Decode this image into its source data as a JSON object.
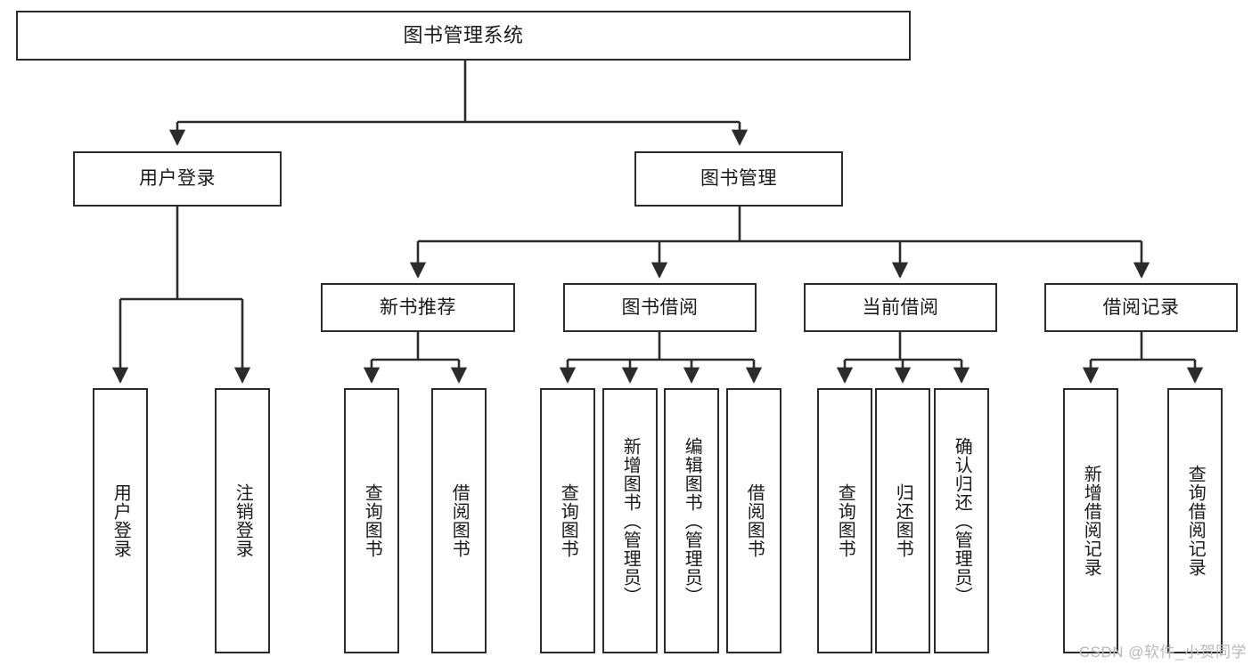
{
  "diagram": {
    "title": "图书管理系统",
    "type": "hierarchy-tree",
    "watermark": "CSDN @软件_小贺同学",
    "colors": {
      "box_border": "#2b2b2b",
      "box_fill": "#ffffff",
      "edge": "#2b2b2b",
      "text": "#1a1a1a",
      "watermark": "#b9b9b9"
    },
    "root": {
      "label": "图书管理系统"
    },
    "level2": [
      {
        "label": "用户登录"
      },
      {
        "label": "图书管理"
      }
    ],
    "level3": [
      {
        "label": "新书推荐"
      },
      {
        "label": "图书借阅"
      },
      {
        "label": "当前借阅"
      },
      {
        "label": "借阅记录"
      }
    ],
    "leaves_user_login": [
      {
        "label": "用户登录"
      },
      {
        "label": "注销登录"
      }
    ],
    "leaves_new_book": [
      {
        "label": "查询图书"
      },
      {
        "label": "借阅图书"
      }
    ],
    "leaves_borrow": [
      {
        "label": "查询图书"
      },
      {
        "label": "新增图书（管理员）"
      },
      {
        "label": "编辑图书（管理员）"
      },
      {
        "label": "借阅图书"
      }
    ],
    "leaves_current": [
      {
        "label": "查询图书"
      },
      {
        "label": "归还图书"
      },
      {
        "label": "确认归还（管理员）"
      }
    ],
    "leaves_records": [
      {
        "label": "新增借阅记录"
      },
      {
        "label": "查询借阅记录"
      }
    ]
  }
}
